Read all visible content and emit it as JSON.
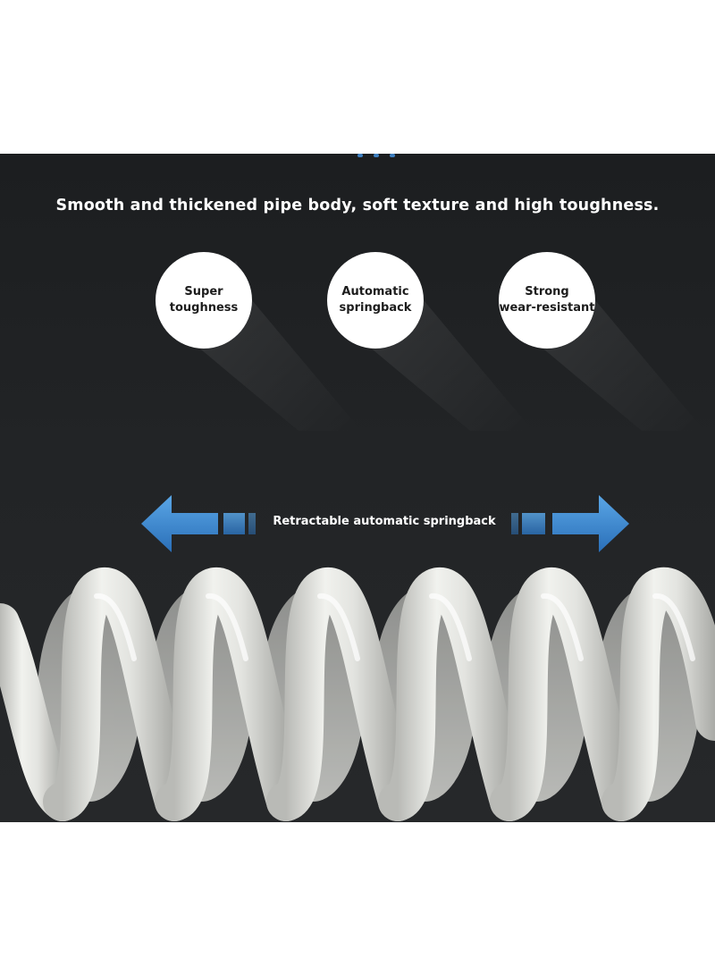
{
  "headline": "Smooth and thickened pipe body, soft texture and high toughness.",
  "features": [
    {
      "label": "Super\ntoughness",
      "icon": "circle-badge"
    },
    {
      "label": "Automatic\nspringback",
      "icon": "circle-badge"
    },
    {
      "label": "Strong\nwear-resistant",
      "icon": "circle-badge"
    }
  ],
  "arrow_label": "Retractable automatic springback",
  "colors": {
    "panel_background": "#222426",
    "arrow_blue": "#3e8fd6",
    "spring_white": "#e6e7e3"
  }
}
